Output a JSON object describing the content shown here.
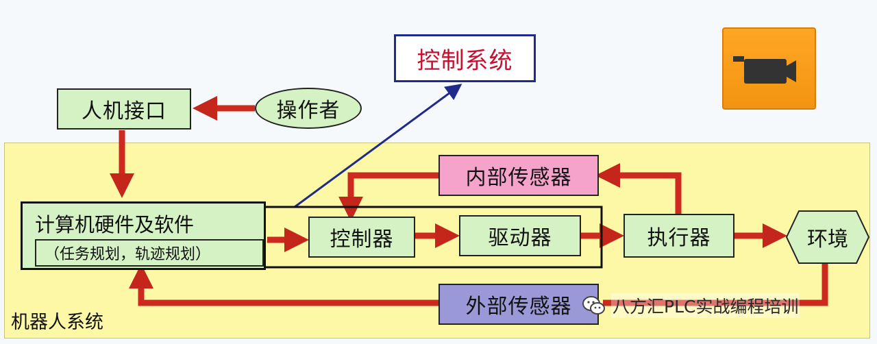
{
  "diagram": {
    "title": "控制系统",
    "region_label": "机器人系统",
    "nodes": {
      "hmi": "人机接口",
      "operator": "操作者",
      "computer_line1": "计算机硬件及软件",
      "computer_line2": "（任务规划，轨迹规划）",
      "controller": "控制器",
      "driver": "驱动器",
      "actuator": "执行器",
      "environment": "环境",
      "internal_sensor": "内部传感器",
      "external_sensor": "外部传感器"
    },
    "colors": {
      "arrow": "#cc2a1f",
      "title_border": "#1f2a8a",
      "title_text": "#c8102e",
      "region_fill": "#fdf8a6"
    }
  },
  "camera_tile": {
    "icon": "video-camera-icon"
  },
  "watermark": {
    "icon": "wechat-icon",
    "text": "八方汇PLC实战编程培训"
  }
}
